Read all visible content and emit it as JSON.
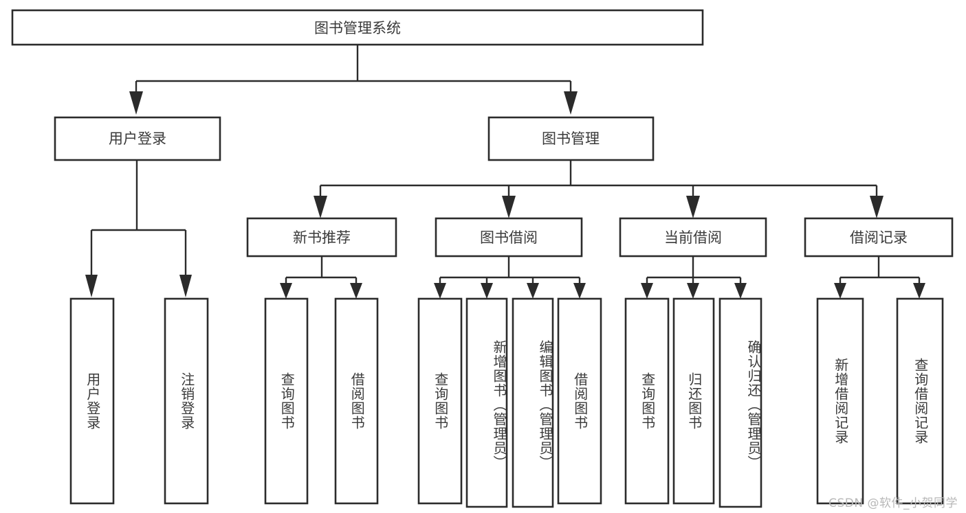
{
  "diagram": {
    "title": "图书管理系统",
    "type": "hierarchy-tree",
    "watermark": "CSDN @软件_小贺同学",
    "colors": {
      "background": "#ffffff",
      "box_border": "#2b2b2b",
      "box_fill": "#ffffff",
      "text": "#3a3a3a",
      "connector": "#2b2b2b",
      "watermark": "#b8b8b8"
    },
    "root": {
      "label": "图书管理系统",
      "orientation": "horizontal"
    },
    "level2": [
      {
        "id": "user-login",
        "label": "用户登录",
        "orientation": "horizontal"
      },
      {
        "id": "book-management",
        "label": "图书管理",
        "orientation": "horizontal"
      }
    ],
    "level3": [
      {
        "id": "new-book-recommend",
        "label": "新书推荐",
        "orientation": "horizontal",
        "parent": "book-management"
      },
      {
        "id": "book-borrow",
        "label": "图书借阅",
        "orientation": "horizontal",
        "parent": "book-management"
      },
      {
        "id": "current-borrow",
        "label": "当前借阅",
        "orientation": "horizontal",
        "parent": "book-management"
      },
      {
        "id": "borrow-record",
        "label": "借阅记录",
        "orientation": "horizontal",
        "parent": "book-management"
      }
    ],
    "leaves": [
      {
        "id": "leaf-user-login",
        "label": "用户登录",
        "parent": "user-login",
        "orientation": "vertical"
      },
      {
        "id": "leaf-user-logout",
        "label": "注销登录",
        "parent": "user-login",
        "orientation": "vertical"
      },
      {
        "id": "leaf-query-book-1",
        "label": "查询图书",
        "parent": "new-book-recommend",
        "orientation": "vertical"
      },
      {
        "id": "leaf-borrow-book-1",
        "label": "借阅图书",
        "parent": "new-book-recommend",
        "orientation": "vertical"
      },
      {
        "id": "leaf-query-book-2",
        "label": "查询图书",
        "parent": "book-borrow",
        "orientation": "vertical"
      },
      {
        "id": "leaf-add-book",
        "label": "新增图书（管理员）",
        "parent": "book-borrow",
        "orientation": "vertical"
      },
      {
        "id": "leaf-edit-book",
        "label": "编辑图书（管理员）",
        "parent": "book-borrow",
        "orientation": "vertical"
      },
      {
        "id": "leaf-borrow-book-2",
        "label": "借阅图书",
        "parent": "book-borrow",
        "orientation": "vertical"
      },
      {
        "id": "leaf-query-book-3",
        "label": "查询图书",
        "parent": "current-borrow",
        "orientation": "vertical"
      },
      {
        "id": "leaf-return-book",
        "label": "归还图书",
        "parent": "current-borrow",
        "orientation": "vertical"
      },
      {
        "id": "leaf-confirm-return",
        "label": "确认归还（管理员）",
        "parent": "current-borrow",
        "orientation": "vertical"
      },
      {
        "id": "leaf-add-record",
        "label": "新增借阅记录",
        "parent": "borrow-record",
        "orientation": "vertical"
      },
      {
        "id": "leaf-query-record",
        "label": "查询借阅记录",
        "parent": "borrow-record",
        "orientation": "vertical"
      }
    ]
  }
}
